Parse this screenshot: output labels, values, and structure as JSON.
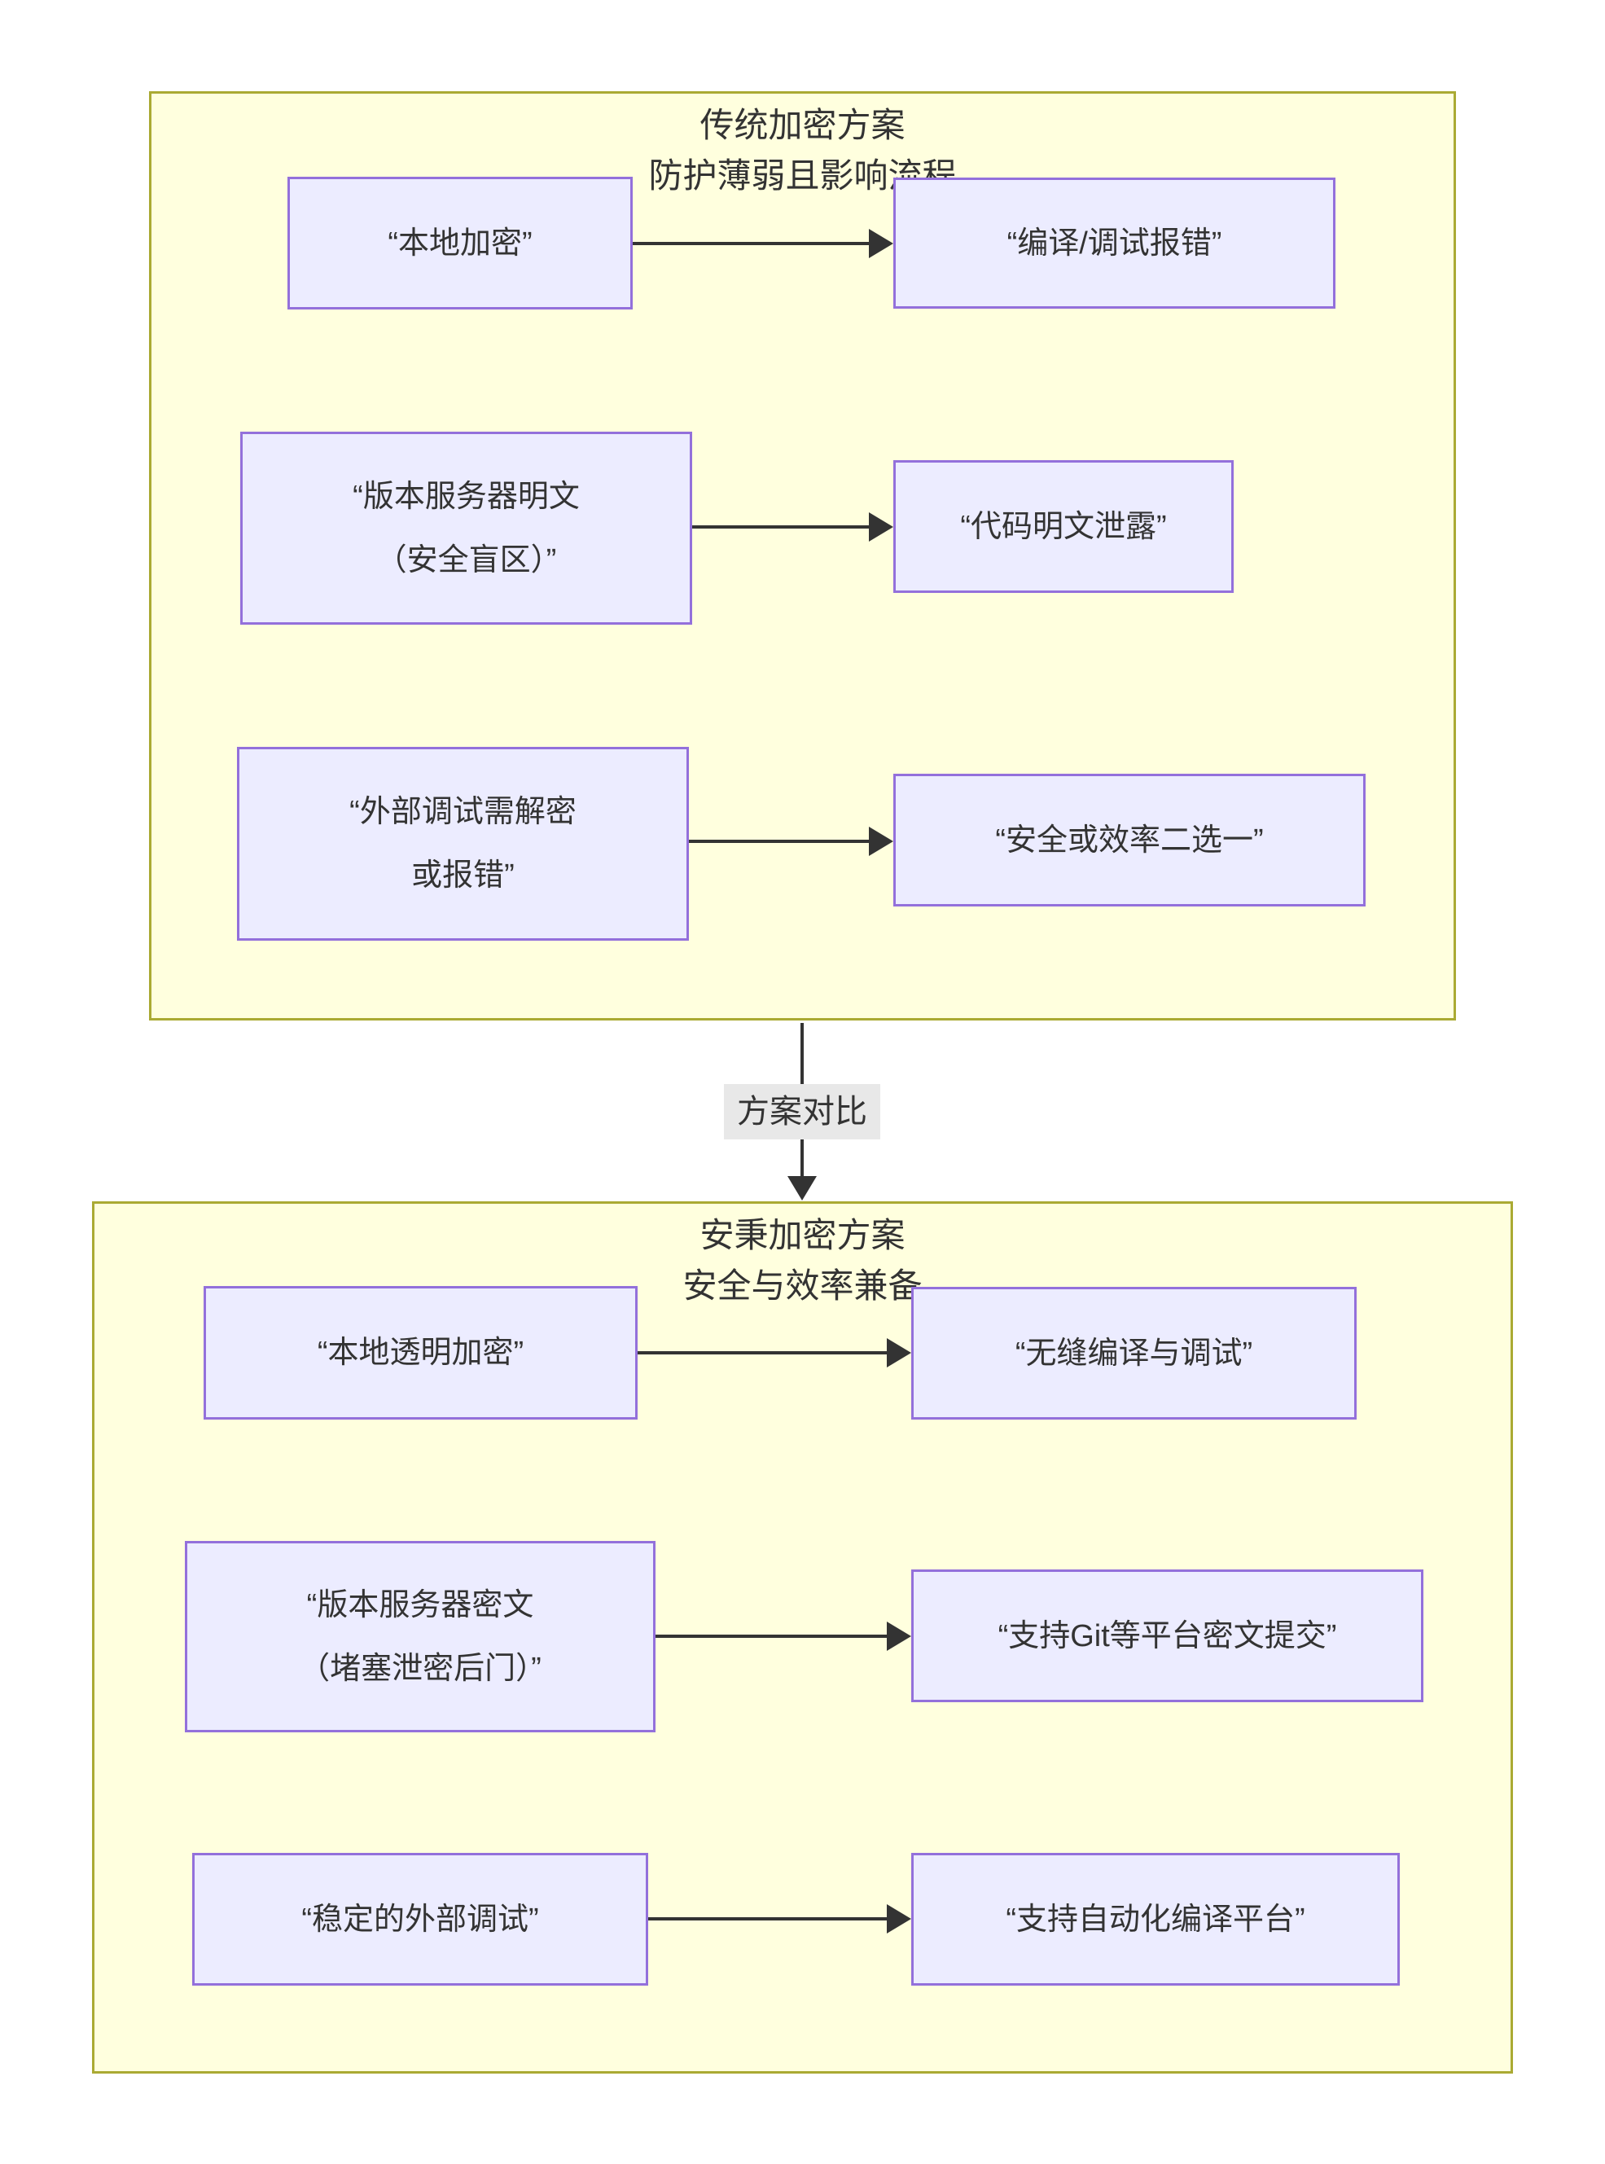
{
  "diagram": {
    "type": "flowchart",
    "colors": {
      "cluster_fill": "#ffffde",
      "cluster_border": "#aaaa33",
      "node_fill": "#ECECFF",
      "node_border": "#9370DB",
      "edge": "#333333",
      "edge_label_bg": "#e8e8e8",
      "text": "#333333",
      "page_bg": "#ffffff"
    },
    "comparison_edge": {
      "label": "方案对比"
    },
    "clusters": [
      {
        "title_line1": "传统加密方案",
        "title_line2": "防护薄弱且影响流程",
        "rows": [
          {
            "source": "“本地加密”",
            "target": "“编译/调试报错”"
          },
          {
            "source": "“版本服务器明文\n（安全盲区）”",
            "target": "“代码明文泄露”"
          },
          {
            "source": "“外部调试需解密\n或报错”",
            "target": "“安全或效率二选一”"
          }
        ]
      },
      {
        "title_line1": "安秉加密方案",
        "title_line2": "安全与效率兼备",
        "rows": [
          {
            "source": "“本地透明加密”",
            "target": "“无缝编译与调试”"
          },
          {
            "source": "“版本服务器密文\n（堵塞泄密后门）”",
            "target": "“支持Git等平台密文提交”"
          },
          {
            "source": "“稳定的外部调试”",
            "target": "“支持自动化编译平台”"
          }
        ]
      }
    ]
  }
}
